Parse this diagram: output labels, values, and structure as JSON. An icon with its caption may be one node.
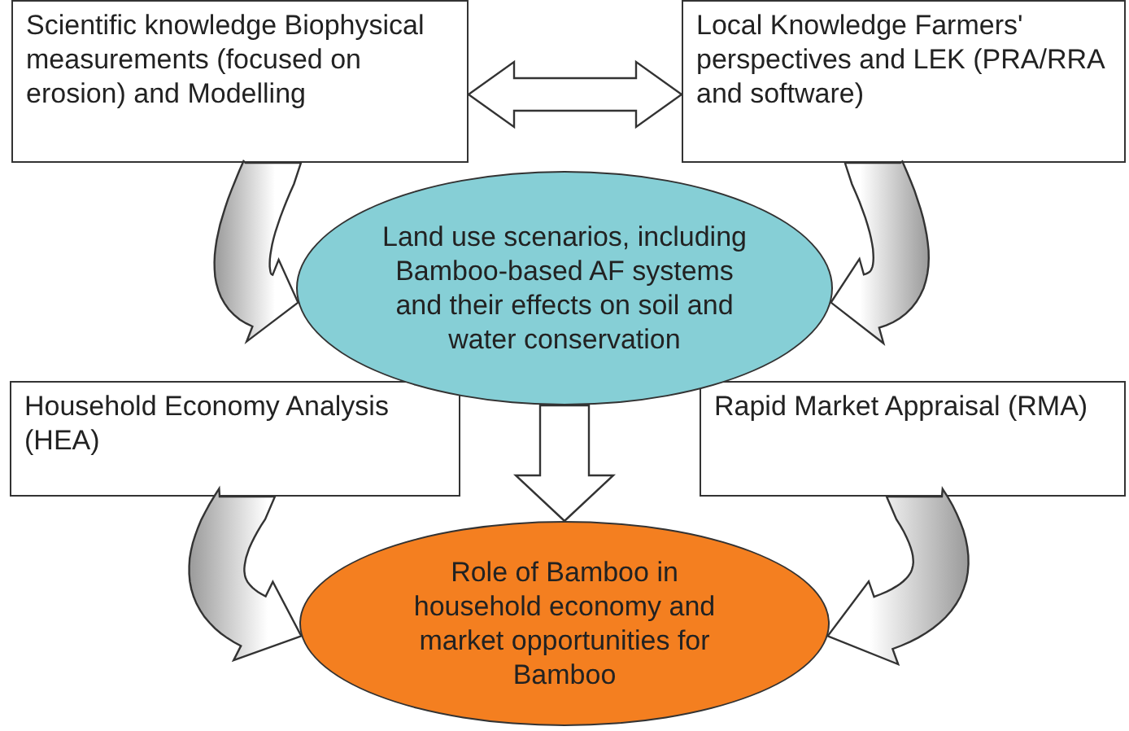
{
  "diagram": {
    "nodes": [
      {
        "text": [
          "Scientific knowledge Biophysical measurements (focused on erosion) and Modelling"
        ]
      },
      {
        "text": [
          "Local Knowledge Farmers' perspectives and LEK (PRA/RRA and software)"
        ]
      },
      {
        "text": [
          "Land use scenarios, including Bamboo-based AF systems and their effects on soil and water conservation"
        ]
      },
      {
        "text": [
          "Household Economy Analysis (HEA)"
        ]
      },
      {
        "text": [
          "Rapid Market Appraisal (RMA)"
        ]
      },
      {
        "text": [
          "Role of Bamboo in household economy and market opportunities for Bamboo"
        ]
      }
    ],
    "edges": [
      {
        "from": 0,
        "to": 1,
        "arrow": "both"
      },
      {
        "from": 0,
        "to": 2,
        "arrow": "to"
      },
      {
        "from": 1,
        "to": 2,
        "arrow": "to"
      },
      {
        "from": 2,
        "to": 5,
        "arrow": "to"
      },
      {
        "from": 3,
        "to": 5,
        "arrow": "to"
      },
      {
        "from": 4,
        "to": 5,
        "arrow": "to"
      }
    ]
  }
}
